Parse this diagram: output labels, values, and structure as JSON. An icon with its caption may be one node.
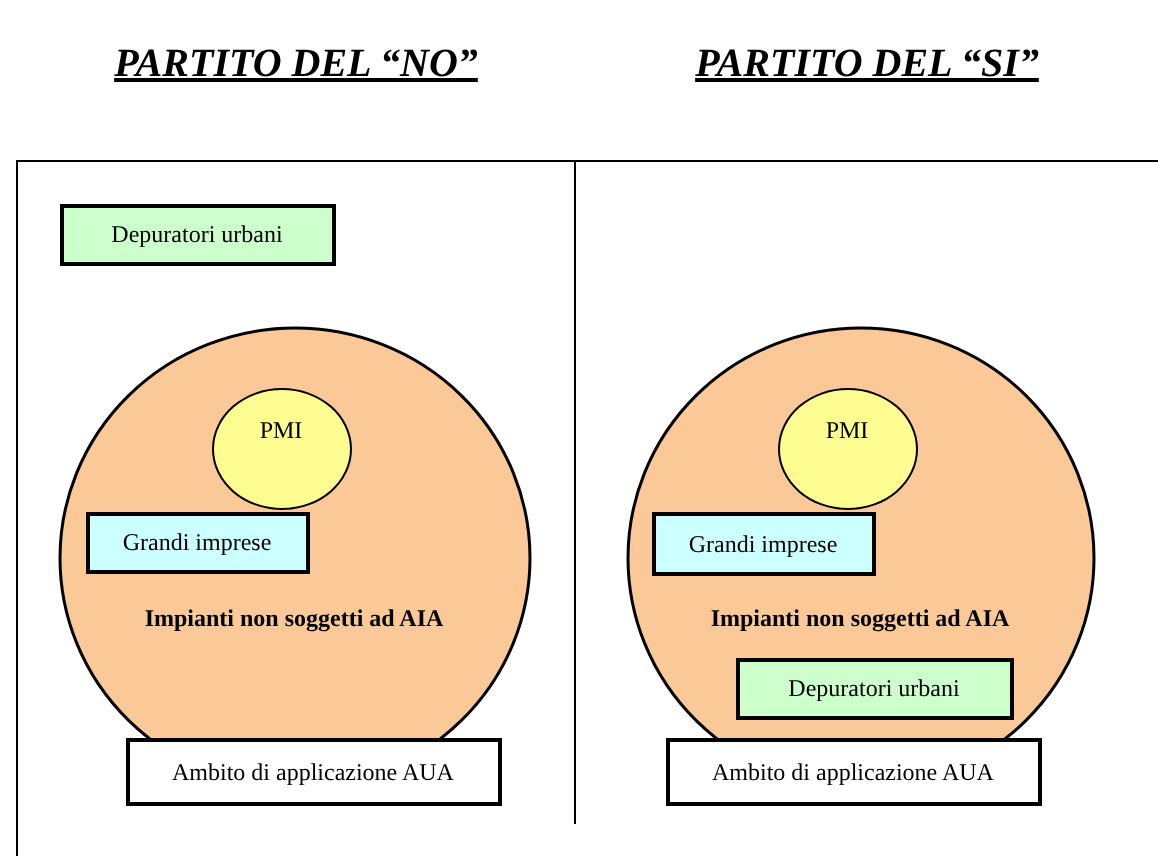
{
  "diagram": {
    "nodes": [
      {
        "text": [
          "PARTITO DEL “NO”"
        ]
      },
      {
        "text": [
          "Depuratori urbani"
        ],
        "in": 0
      },
      {
        "text": [
          "Impianti non soggetti ad AIA"
        ],
        "in": 0
      },
      {
        "text": [
          "PMI"
        ],
        "in": 2
      },
      {
        "text": [
          "Grandi imprese"
        ],
        "in": 2
      },
      {
        "text": [
          "Ambito di applicazione AUA"
        ],
        "in": 0
      },
      {
        "text": [
          "PARTITO DEL “SI”"
        ]
      },
      {
        "text": [
          "Impianti non soggetti ad AIA"
        ],
        "in": 6
      },
      {
        "text": [
          "PMI"
        ],
        "in": 7
      },
      {
        "text": [
          "Grandi imprese"
        ],
        "in": 7
      },
      {
        "text": [
          "Depuratori urbani"
        ],
        "in": 7
      },
      {
        "text": [
          "Ambito di applicazione AUA"
        ],
        "in": 6
      }
    ]
  }
}
